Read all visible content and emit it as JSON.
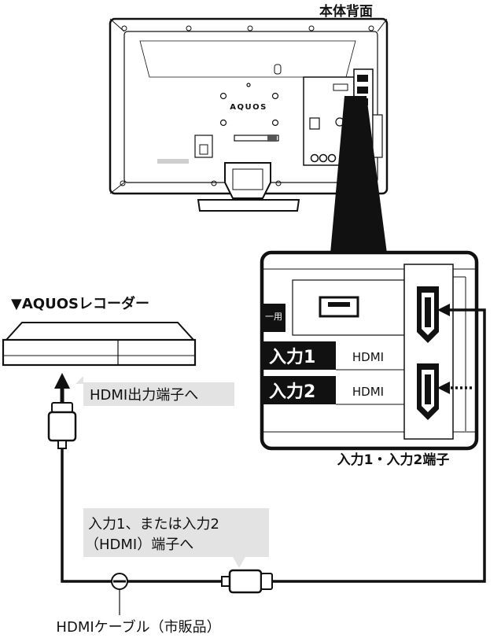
{
  "tv": {
    "title": "本体背面",
    "brand": "AQUOS"
  },
  "recorder": {
    "label": "▼AQUOSレコーダー"
  },
  "zoom_panel": {
    "usb_label": "一用",
    "inputs": [
      {
        "name": "入力1",
        "type": "HDMI"
      },
      {
        "name": "入力2",
        "type": "HDMI"
      }
    ],
    "caption": "入力1・入力2端子"
  },
  "callouts": {
    "output": "HDMI出力端子へ",
    "input_line1": "入力1、または入力2",
    "input_line2": "（HDMI）端子へ"
  },
  "cable_label": "HDMIケーブル（市販品）"
}
